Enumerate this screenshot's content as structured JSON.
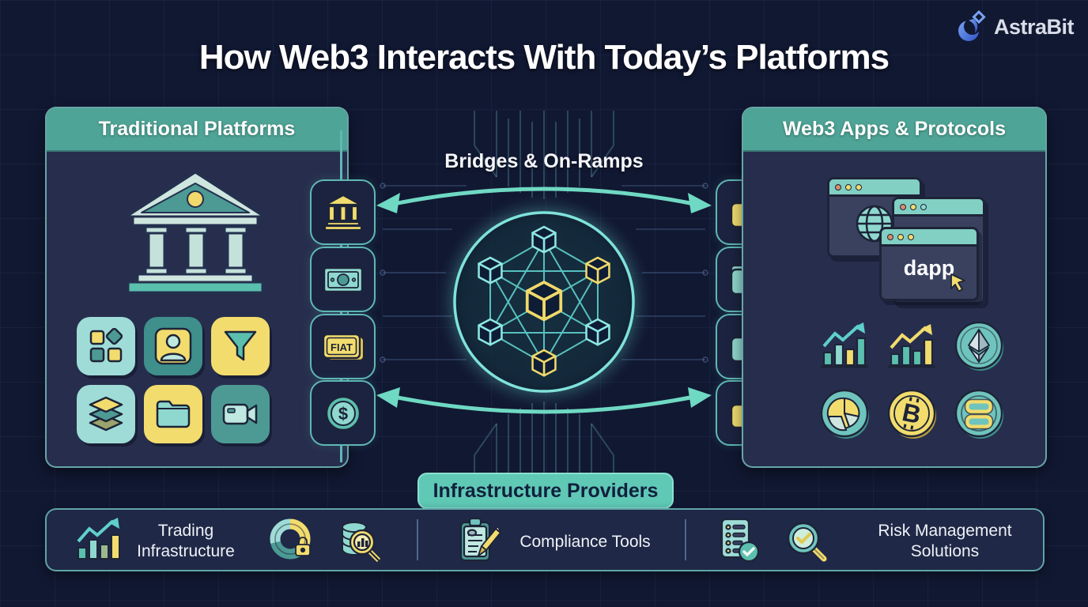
{
  "brand": {
    "name": "AstraBit",
    "logo_icon": "astrabit-swoosh-icon"
  },
  "title": "How Web3 Interacts With Today’s Platforms",
  "center": {
    "bridges_label": "Bridges & On-Ramps",
    "network_icon": "blockchain-network-icon",
    "arrow_color": "#6fd9c3"
  },
  "left_panel": {
    "header": "Traditional Platforms",
    "main_icon": "bank-building-icon",
    "tile_icons": [
      "app-grid-icon",
      "user-icon",
      "funnel-filter-icon",
      "layers-icon",
      "folder-icon",
      "video-camera-icon"
    ]
  },
  "fiat_column": {
    "icons": [
      "bank-icon",
      "cash-bill-icon",
      "fiat-ticket-icon",
      "dollar-coin-icon"
    ],
    "fiat_label": "FIAT",
    "dollar_symbol": "$"
  },
  "wallet_column": {
    "icons": [
      "wallet-yellow-icon",
      "wallet-teal-icon",
      "wallet-teal-card-icon",
      "wallet-yellow-card-icon"
    ]
  },
  "right_panel": {
    "header": "Web3 Apps & Protocols",
    "dapp_label": "dapp",
    "bitcoin_symbol": "B",
    "icons": [
      "globe-browser-icon",
      "dapp-window-icon",
      "chart-up-teal-icon",
      "chart-up-yellow-icon",
      "ethereum-coin-icon",
      "pie-chart-icon",
      "bitcoin-coin-icon",
      "stablecoin-icon"
    ]
  },
  "infrastructure": {
    "header": "Infrastructure Providers",
    "sections": [
      {
        "label": "Trading Infrastructure",
        "icons": [
          "bar-chart-arrow-icon",
          "donut-lock-icon",
          "database-search-icon"
        ]
      },
      {
        "label": "Compliance Tools",
        "icons": [
          "clipboard-pencil-icon"
        ]
      },
      {
        "label": "Risk Management Solutions",
        "icons": [
          "checklist-check-icon",
          "magnifier-check-icon"
        ]
      }
    ]
  },
  "colors": {
    "background": "#111832",
    "panel_body": "#272e4d",
    "panel_header_teal": "#4ea496",
    "tab_teal": "#5fc9b6",
    "accent_teal": "#6fd9c3",
    "accent_yellow": "#f2dc6d",
    "light_teal": "#9fdcd7",
    "mid_teal": "#4d9a94",
    "outline_dark": "#1d2438"
  }
}
